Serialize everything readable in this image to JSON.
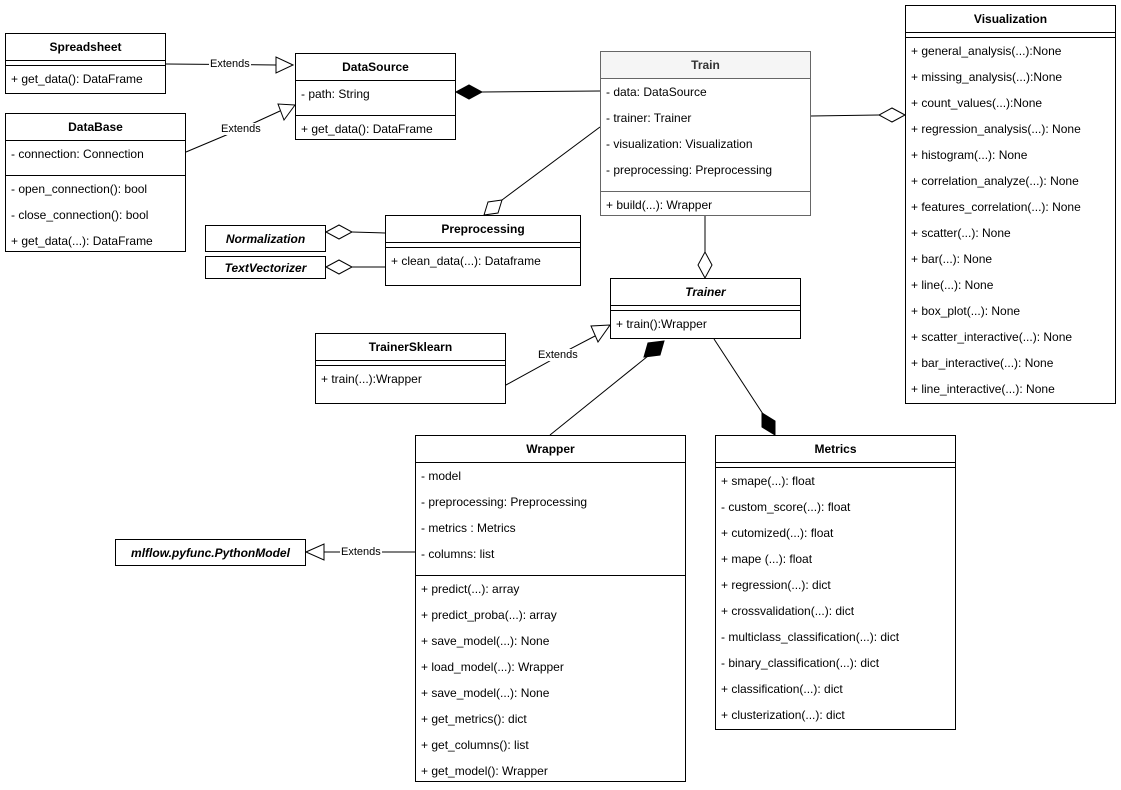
{
  "classes": {
    "spreadsheet": {
      "name": "Spreadsheet",
      "methods": [
        "+ get_data(): DataFrame"
      ]
    },
    "datasource": {
      "name": "DataSource",
      "attributes": [
        "- path: String"
      ],
      "methods": [
        "+ get_data(): DataFrame"
      ]
    },
    "database": {
      "name": "DataBase",
      "attributes": [
        "- connection: Connection"
      ],
      "methods": [
        "- open_connection(): bool",
        "- close_connection(): bool",
        "+ get_data(...): DataFrame"
      ]
    },
    "train": {
      "name": "Train",
      "attributes": [
        "- data: DataSource",
        "- trainer: Trainer",
        "- visualization: Visualization",
        "- preprocessing: Preprocessing"
      ],
      "methods": [
        "+ build(...): Wrapper"
      ]
    },
    "visualization": {
      "name": "Visualization",
      "methods": [
        "+ general_analysis(...):None",
        "+ missing_analysis(...):None",
        "+ count_values(...):None",
        "+ regression_analysis(...): None",
        "+ histogram(...): None",
        "+ correlation_analyze(...): None",
        "+ features_correlation(...): None",
        "+ scatter(...): None",
        "+ bar(...): None",
        "+ line(...): None",
        "+ box_plot(...): None",
        "+ scatter_interactive(...): None",
        "+ bar_interactive(...): None",
        "+ line_interactive(...): None"
      ]
    },
    "normalization": {
      "name": "Normalization"
    },
    "textvectorizer": {
      "name": "TextVectorizer"
    },
    "preprocessing": {
      "name": "Preprocessing",
      "methods": [
        "+ clean_data(...): Dataframe"
      ]
    },
    "trainer": {
      "name": "Trainer",
      "methods": [
        "+ train():Wrapper"
      ]
    },
    "trainersklearn": {
      "name": "TrainerSklearn",
      "methods": [
        "+ train(...):Wrapper"
      ]
    },
    "wrapper": {
      "name": "Wrapper",
      "attributes": [
        "- model",
        "- preprocessing: Preprocessing",
        "- metrics : Metrics",
        "- columns: list"
      ],
      "methods": [
        "+ predict(...): array",
        "+ predict_proba(...): array",
        "+ save_model(...): None",
        "+ load_model(...): Wrapper",
        "+ save_model(...): None",
        "+ get_metrics(): dict",
        "+ get_columns(): list",
        "+ get_model(): Wrapper"
      ]
    },
    "metrics": {
      "name": "Metrics",
      "methods": [
        "+ smape(...): float",
        "- custom_score(...): float",
        "+ cutomized(...): float",
        "+ mape (...): float",
        "+ regression(...): dict",
        "+ crossvalidation(...): dict",
        "- multiclass_classification(...): dict",
        "- binary_classification(...): dict",
        "+ classification(...): dict",
        "+ clusterization(...): dict"
      ]
    },
    "pythonmodel": {
      "name": "mlflow.pyfunc.PythonModel"
    }
  },
  "edge_labels": {
    "spreadsheet_extends": "Extends",
    "database_extends": "Extends",
    "trainersklearn_extends": "Extends",
    "wrapper_extends": "Extends"
  }
}
